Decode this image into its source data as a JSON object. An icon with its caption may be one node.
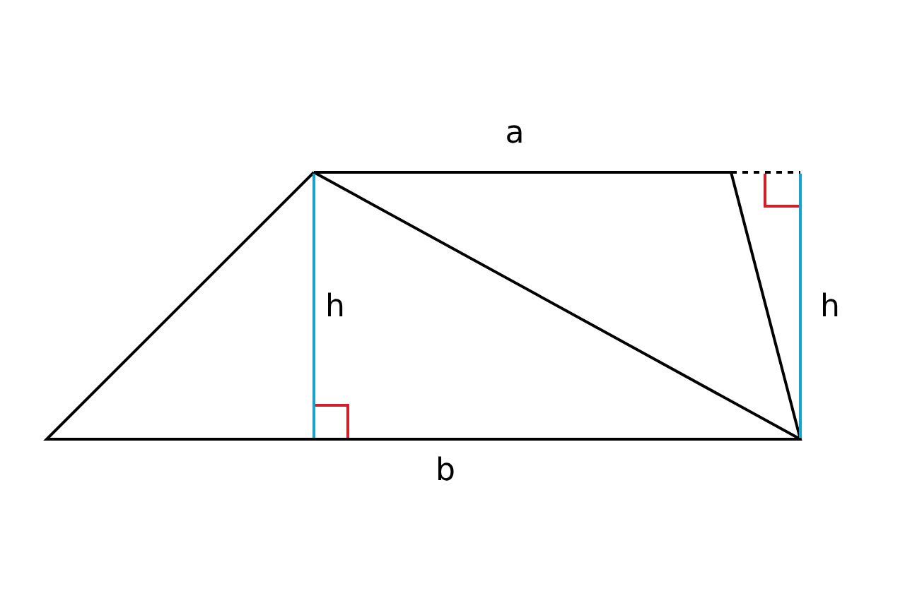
{
  "diagram": {
    "labels": [
      "a",
      "h",
      "h",
      "b"
    ]
  }
}
